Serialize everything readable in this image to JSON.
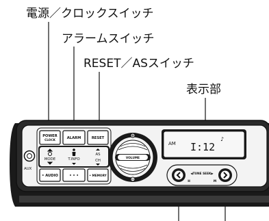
{
  "callouts": {
    "power_clock_switch": "電源／クロックスイッチ",
    "alarm_switch": "アラームスイッチ",
    "reset_as_switch": "RESET／ASスイッチ",
    "display": "表示部"
  },
  "panel": {
    "aux_label": "AUX",
    "buttons": {
      "power_line1": "POWER",
      "power_line2": "CLOCK",
      "alarm": "ALARM",
      "reset": "RESET",
      "audio": "• AUDIO",
      "dots": "• • •",
      "memory": "• MEMORY"
    },
    "labels": {
      "mode": "MODE",
      "tinfo": "T.INFO",
      "as": "AS",
      "ch": "CH",
      "volume": "VOLUME",
      "tune_seek": "◀TUNE SEEK▶",
      "h": "H",
      "m": "M"
    },
    "display": {
      "band": "AM",
      "time": "I:12",
      "alarm_glyph": "♪"
    }
  },
  "icons": {
    "aux_jack": "aux-jack-icon",
    "mode_updown": "updown-arrow-icon",
    "tinfo": "person-icon",
    "as_arrow": "up-down-arrow-icon",
    "volume_knob": "volume-knob-icon",
    "h_button": "left-chevron-button-icon",
    "m_button": "right-chevron-button-icon"
  },
  "colors": {
    "ink": "#111111",
    "panel_face": "#f3f3f3",
    "panel_dark": "#1a1a1a",
    "lcd": "#f7f7f7"
  }
}
